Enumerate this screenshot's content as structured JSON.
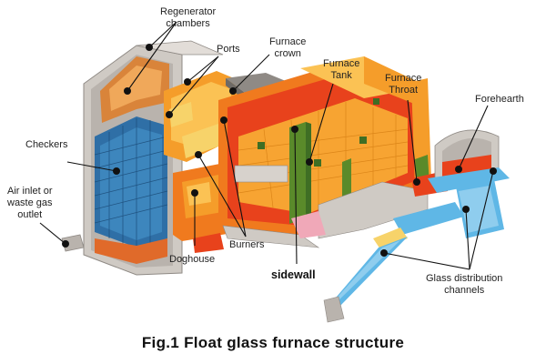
{
  "figure": {
    "caption": "Fig.1 Float glass furnace structure",
    "colors": {
      "brick_orange": "#f7a432",
      "hot_red": "#e8421c",
      "checker_blue": "#2f6fa6",
      "channel_blue": "#5fb7e6",
      "concrete_grey": "#cfcac4",
      "green_wall": "#5a8a2a"
    }
  },
  "labels": {
    "regenerator_chambers": [
      "Regenerator",
      "chambers"
    ],
    "ports": "Ports",
    "furnace_crown": [
      "Furnace",
      "crown"
    ],
    "furnace_tank": [
      "Furnace",
      "Tank"
    ],
    "furnace_throat": [
      "Furnace",
      "Throat"
    ],
    "forehearth": "Forehearth",
    "checkers": "Checkers",
    "air_inlet": [
      "Air inlet or",
      "waste gas",
      "outlet"
    ],
    "burners": "Burners",
    "doghouse": "Doghouse",
    "sidewall": "sidewall",
    "glass_distribution_channels": [
      "Glass distribution",
      "channels"
    ]
  }
}
